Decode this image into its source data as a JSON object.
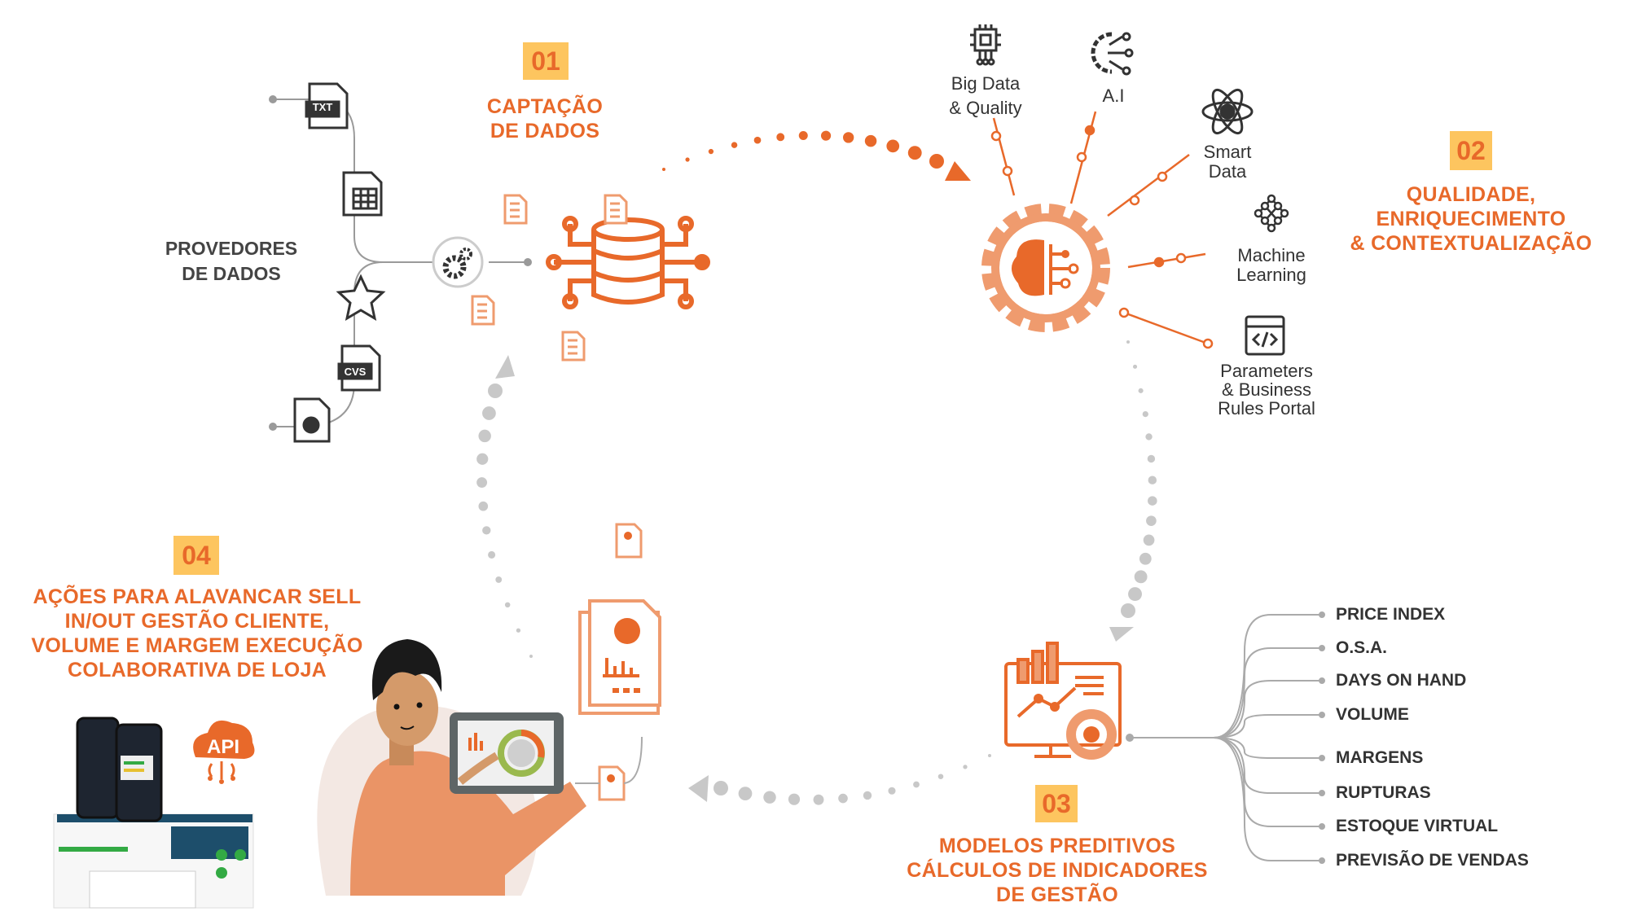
{
  "step1": {
    "number": "01",
    "title": [
      "CAPTAÇÃO",
      "DE DADOS"
    ],
    "providers_label": [
      "PROVEDORES",
      "DE DADOS"
    ],
    "file_labels": {
      "txt": "TXT",
      "cvs": "CVS"
    }
  },
  "step2": {
    "number": "02",
    "title": [
      "QUALIDADE,",
      "ENRIQUECIMENTO",
      "& CONTEXTUALIZAÇÃO"
    ],
    "capabilities": [
      {
        "label": [
          "Big Data",
          "& Quality"
        ],
        "icon": "chip-icon"
      },
      {
        "label": [
          "A.I"
        ],
        "icon": "ai-gear-icon"
      },
      {
        "label": [
          "Smart",
          "Data"
        ],
        "icon": "atom-icon"
      },
      {
        "label": [
          "Machine",
          "Learning"
        ],
        "icon": "network-icon"
      },
      {
        "label": [
          "Parameters",
          "& Business",
          "Rules Portal"
        ],
        "icon": "code-window-icon"
      }
    ]
  },
  "step3": {
    "number": "03",
    "title": [
      "MODELOS PREDITIVOS",
      "CÁLCULOS DE INDICADORES",
      "DE GESTÃO"
    ],
    "metrics": [
      "PRICE INDEX",
      "O.S.A.",
      "DAYS ON HAND",
      "VOLUME",
      "MARGENS",
      "RUPTURAS",
      "ESTOQUE VIRTUAL",
      "PREVISÃO DE VENDAS"
    ]
  },
  "step4": {
    "number": "04",
    "title": [
      "AÇÕES PARA ALAVANCAR SELL",
      "IN/OUT GESTÃO CLIENTE,",
      "VOLUME E MARGEM EXECUÇÃO",
      "COLABORATIVA DE LOJA"
    ],
    "api_label": "API"
  },
  "colors": {
    "orange": "#e8692a",
    "light_orange": "#ef9b6e",
    "number_bg": "#fdc55f",
    "dots_gray": "#c8c8c8",
    "text": "#333333"
  }
}
